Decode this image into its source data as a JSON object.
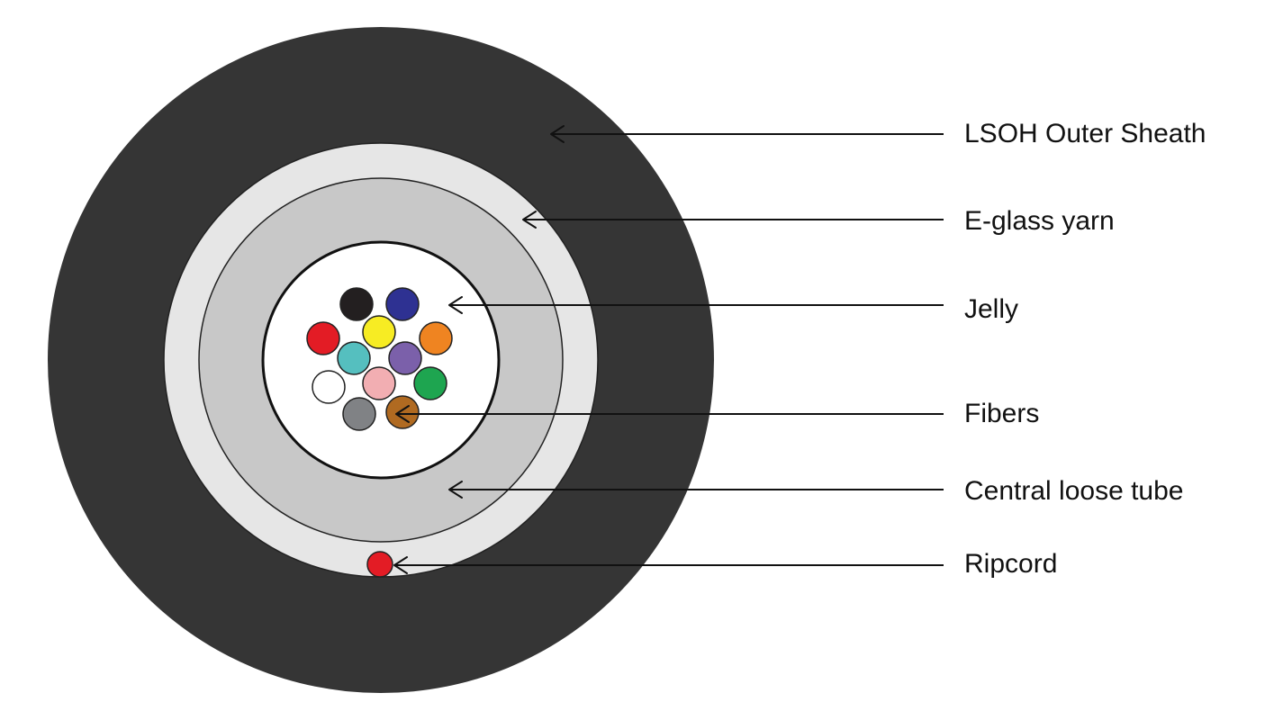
{
  "labels": {
    "outer_sheath": "LSOH Outer Sheath",
    "yarn": "E-glass yarn",
    "jelly": "Jelly",
    "fibers": "Fibers",
    "tube": "Central loose tube",
    "ripcord": "Ripcord"
  },
  "colors": {
    "outer_sheath": "#353535",
    "yarn": "#e6e6e6",
    "tube": "#c8c8c8",
    "jelly": "#ffffff",
    "ripcord": "#e31c25"
  },
  "fibers": [
    {
      "color_name": "black",
      "hex": "#231f20"
    },
    {
      "color_name": "blue",
      "hex": "#2e3192"
    },
    {
      "color_name": "red",
      "hex": "#e31c25"
    },
    {
      "color_name": "yellow",
      "hex": "#f7ec23"
    },
    {
      "color_name": "orange",
      "hex": "#ef8421"
    },
    {
      "color_name": "aqua",
      "hex": "#55bfbf"
    },
    {
      "color_name": "violet",
      "hex": "#7b60aa"
    },
    {
      "color_name": "white",
      "hex": "#ffffff"
    },
    {
      "color_name": "rose",
      "hex": "#f2aeb2"
    },
    {
      "color_name": "green",
      "hex": "#1ea550"
    },
    {
      "color_name": "slate",
      "hex": "#808285"
    },
    {
      "color_name": "brown",
      "hex": "#b06a21"
    }
  ]
}
